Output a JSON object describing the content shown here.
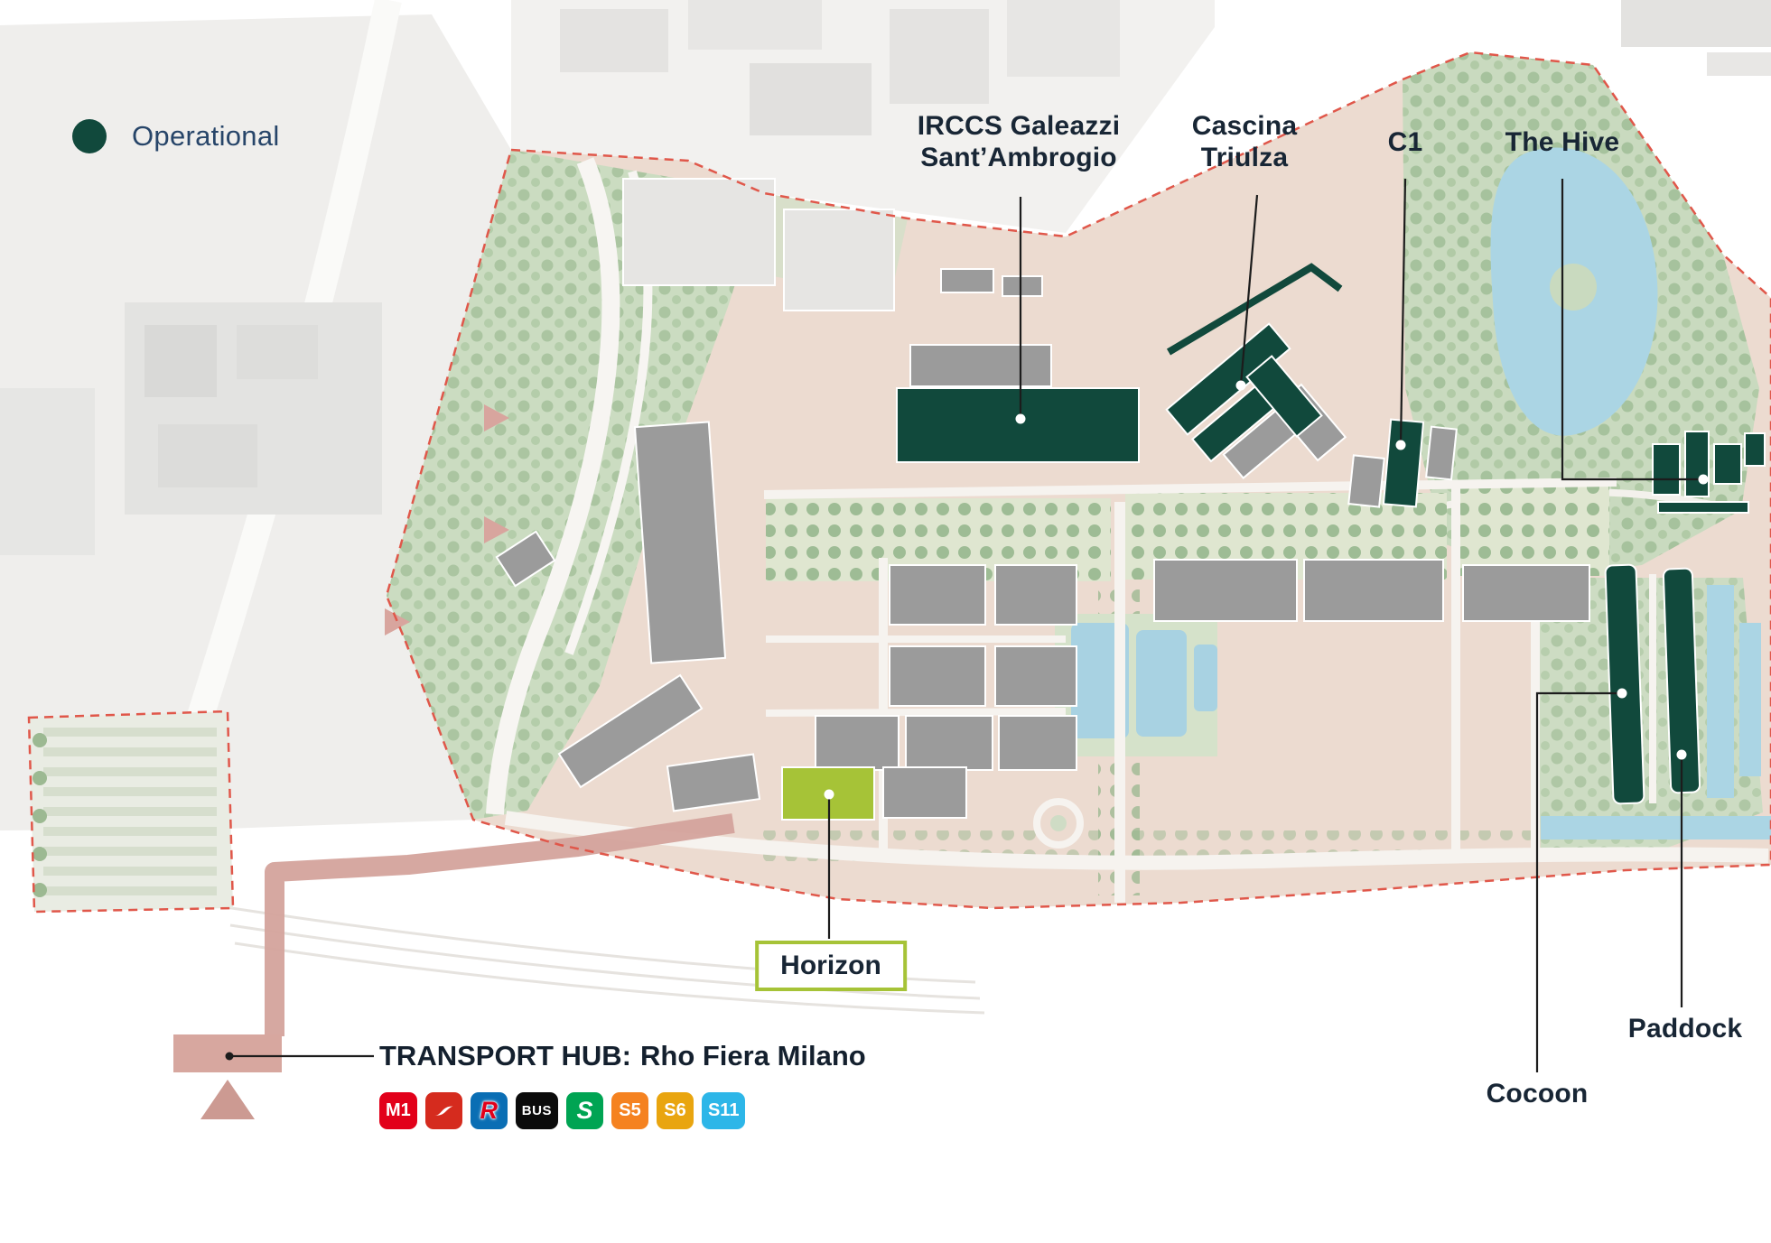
{
  "legend": {
    "operational": "Operational"
  },
  "map_labels": {
    "irccs_line1": "IRCCS Galeazzi",
    "irccs_line2": "Sant’Ambrogio",
    "cascina_line1": "Cascina",
    "cascina_line2": "Triulza",
    "c1": "C1",
    "the_hive": "The Hive",
    "horizon": "Horizon",
    "cocoon": "Cocoon",
    "paddock": "Paddock"
  },
  "transport_hub": {
    "prefix": "TRANSPORT HUB:",
    "name": "Rho Fiera Milano",
    "badges": [
      {
        "id": "m1",
        "label": "M1",
        "bg": "#e2001a"
      },
      {
        "id": "trenitalia",
        "label": "",
        "bg": "#d52b1e"
      },
      {
        "id": "regional-r",
        "label": "R",
        "bg": "#0a6eb4"
      },
      {
        "id": "bus",
        "label": "BUS",
        "bg": "#0b0b0b"
      },
      {
        "id": "s-lines",
        "label": "S",
        "bg": "#00a453"
      },
      {
        "id": "s5",
        "label": "S5",
        "bg": "#f58220"
      },
      {
        "id": "s6",
        "label": "S6",
        "bg": "#e9a50f"
      },
      {
        "id": "s11",
        "label": "S11",
        "bg": "#2db6e8"
      }
    ]
  },
  "colors": {
    "operational_green": "#11493c",
    "horizon_lime": "#a6c337",
    "route_pink": "#d4a39c",
    "boundary_red": "#e0574a",
    "water_blue": "#a8d2e2",
    "site_ground": "#ecdbd0"
  }
}
